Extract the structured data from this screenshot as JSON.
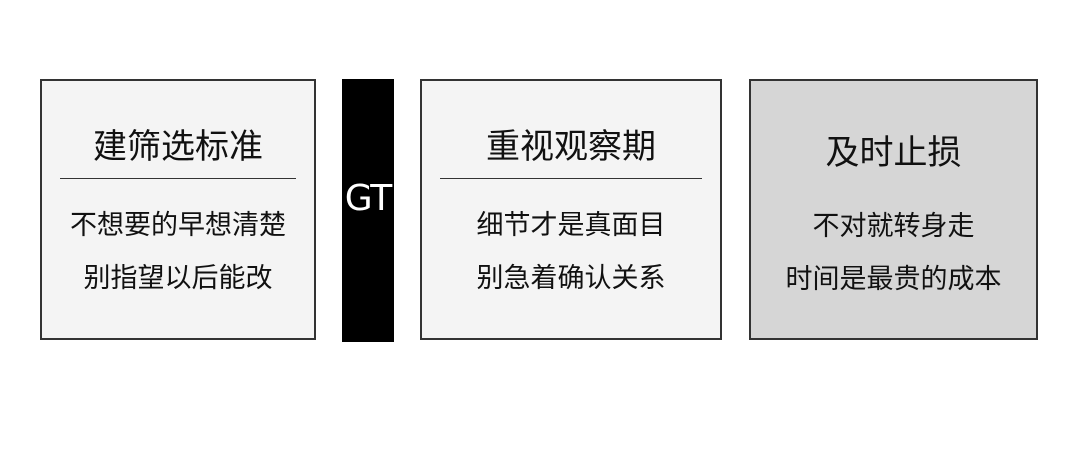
{
  "cards": [
    {
      "title": "建筛选标准",
      "lines": [
        "不想要的早想清楚",
        "别指望以后能改"
      ]
    },
    {
      "title": "重视观察期",
      "lines": [
        "细节才是真面目",
        "别急着确认关系"
      ]
    },
    {
      "title": "及时止损",
      "lines": [
        "不对就转身走",
        "时间是最贵的成本"
      ]
    }
  ],
  "divider_label": "GT",
  "colors": {
    "card_background": "#f4f4f4",
    "highlight_card_background": "#d6d6d6",
    "border": "#333333",
    "divider_bar": "#000000",
    "divider_text": "#ffffff"
  }
}
